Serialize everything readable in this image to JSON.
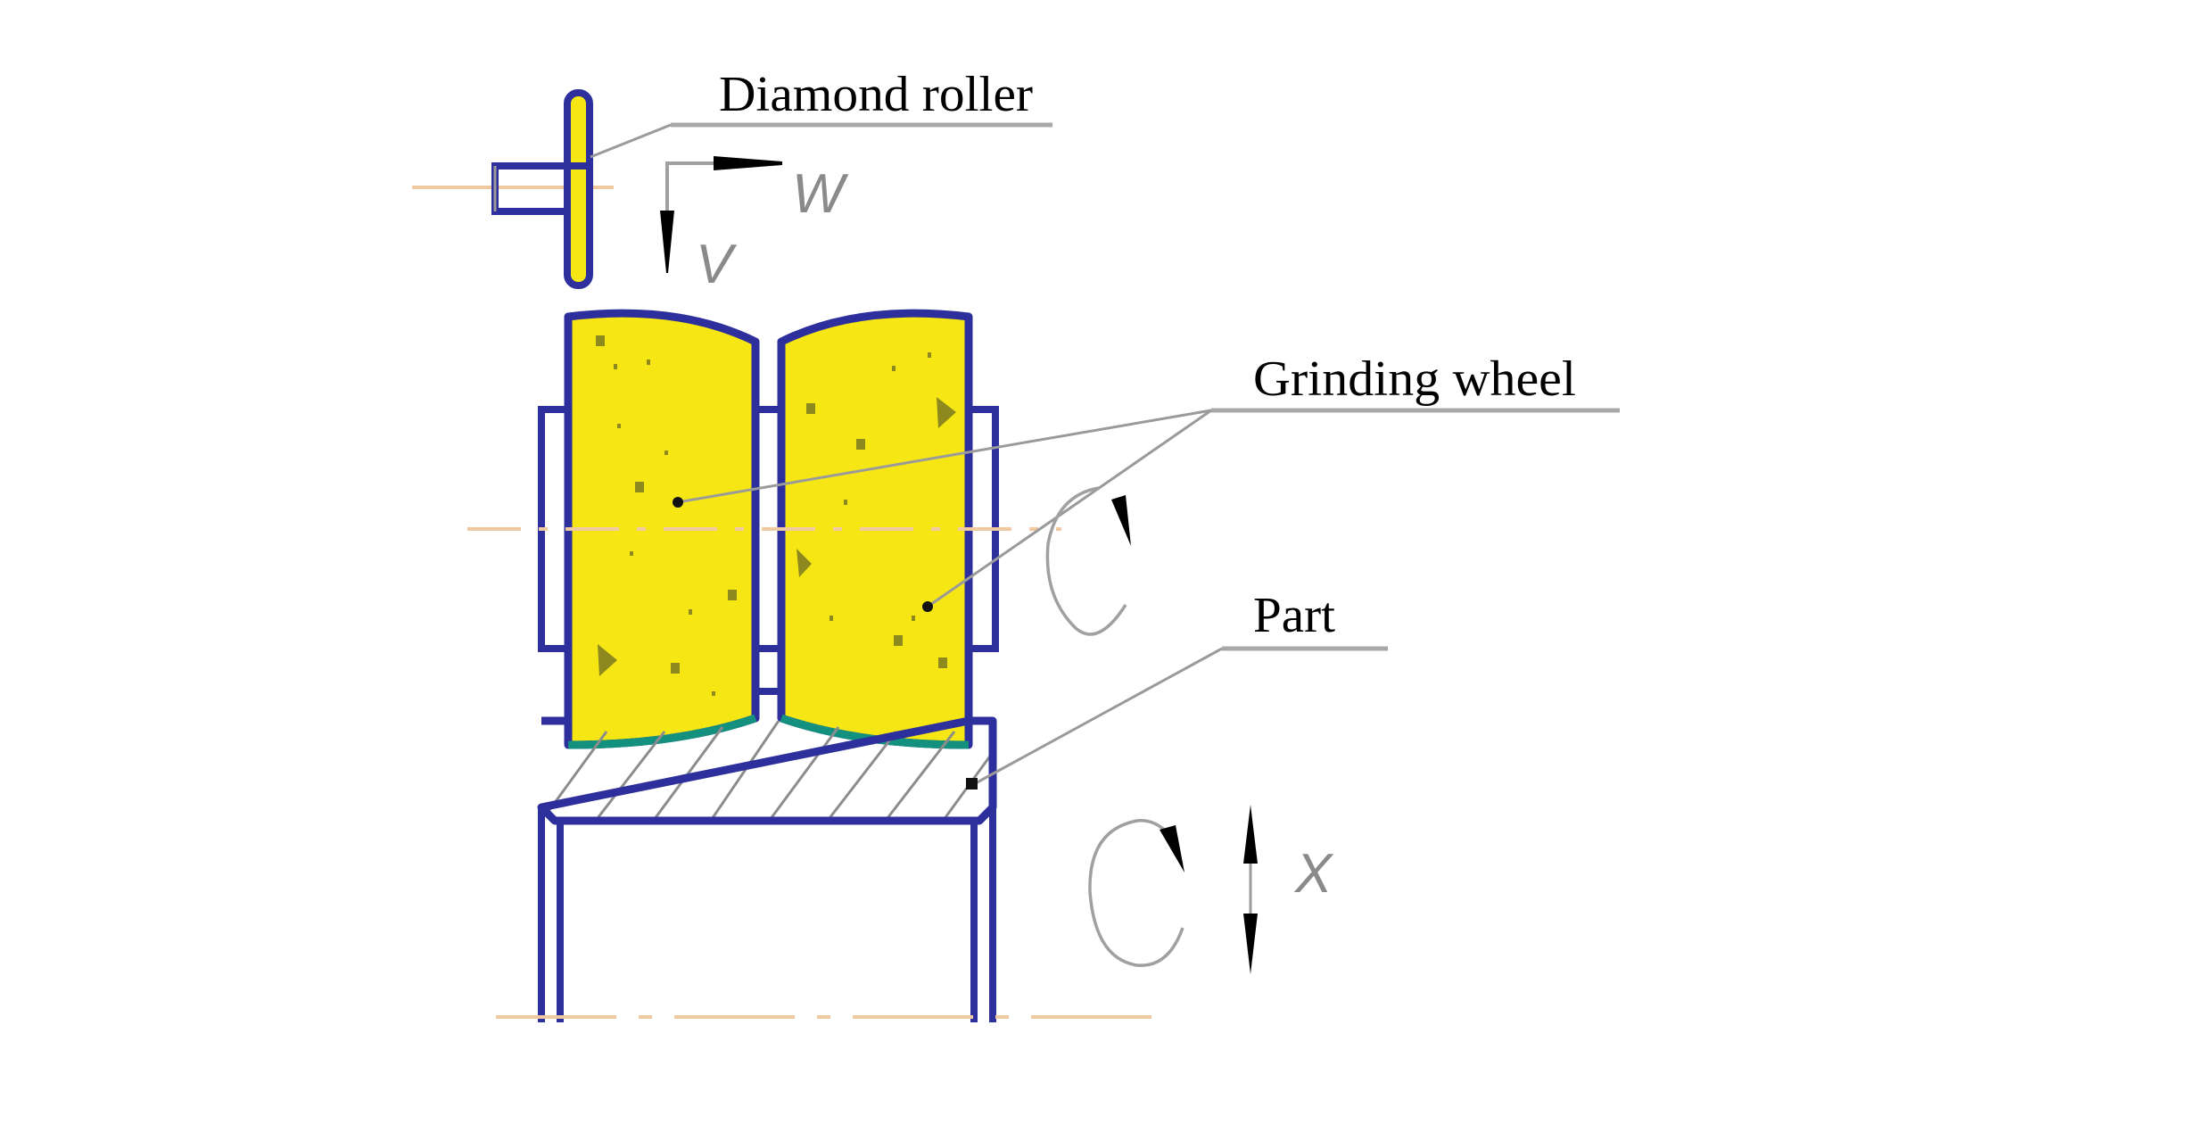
{
  "figure": {
    "type": "schematic",
    "subject": "Dressing of double grinding wheels with a diamond roller",
    "labels": {
      "diamond_roller": "Diamond roller",
      "grinding_wheel": "Grinding wheel",
      "part": "Part"
    },
    "motion_labels": {
      "feed_w": "W",
      "feed_v": "V",
      "axis_x": "X"
    },
    "colors": {
      "outline": "#2d2f9c",
      "wheel_fill": "#f5e614",
      "contact_band": "#13907e",
      "centerline": "#efc9a0",
      "leader": "#9a9a9a",
      "arrow": "#000000"
    }
  }
}
